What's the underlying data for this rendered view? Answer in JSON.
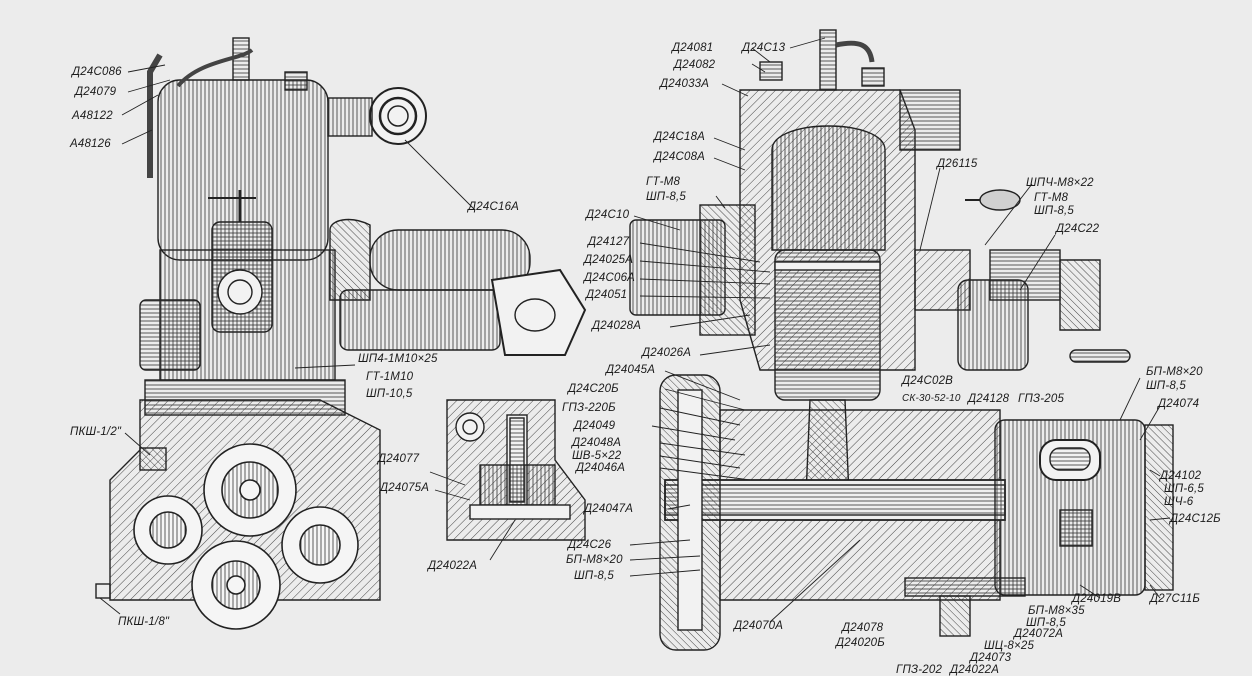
{
  "labels": {
    "l_d24c086": "Д24С086",
    "l_d24079": "Д24079",
    "l_a48122": "А48122",
    "l_a48126": "А48126",
    "l_d24c16a": "Д24С16А",
    "l_shp4": "ШП4-1М10×25",
    "l_gt1m10": "ГТ-1М10",
    "l_shp105": "ШП-10,5",
    "l_pksh12": "ПКШ-1/2\"",
    "l_d24077": "Д24077",
    "l_d24075a": "Д24075А",
    "l_d24022a_left": "Д24022А",
    "l_pksh18": "ПКШ-1/8\"",
    "l_d24081": "Д24081",
    "l_d24c13": "Д24С13",
    "l_d24082": "Д24082",
    "l_d24033a": "Д24033А",
    "l_d24c18a": "Д24С18А",
    "l_d24c08a": "Д24С08А",
    "l_gtm8": "ГТ-М8",
    "l_shp85a": "ШП-8,5",
    "l_d24c10": "Д24С10",
    "l_d24127": "Д24127",
    "l_d24025a": "Д24025А",
    "l_d24c06a": "Д24С06А",
    "l_d24051": "Д24051",
    "l_d24028a": "Д24028А",
    "l_d24026a": "Д24026А",
    "l_d26115": "Д26115",
    "l_shpch": "ШПЧ-М8×22",
    "l_gtm8r": "ГТ-М8",
    "l_shp85r": "ШП-8,5",
    "l_d24c22": "Д24С22",
    "l_d24045a": "Д24045А",
    "l_d24c20b": "Д24С20Б",
    "l_gpz220b": "ГПЗ-220Б",
    "l_d24049": "Д24049",
    "l_d24048a": "Д24048А",
    "l_shv": "ШВ-5×22",
    "l_d24046a": "Д24046А",
    "l_d24047a": "Д24047А",
    "l_d24c26": "Д24С26",
    "l_bpm820a": "БП-М8×20",
    "l_shp85b": "ШП-8,5",
    "l_d24070a": "Д24070А",
    "l_d24c02v": "Д24С02В",
    "l_sk30": "СК-30-52-10",
    "l_d24128": "Д24128",
    "l_gpz205": "ГПЗ-205",
    "l_bpm820b": "БП-М8×20",
    "l_shp85c": "ШП-8,5",
    "l_d24074": "Д24074",
    "l_d24102": "Д24102",
    "l_shp65": "ШП-6,5",
    "l_shch6": "ШЧ-6",
    "l_d24c12b": "Д24С12Б",
    "l_d24019v": "Д24019В",
    "l_d27c11b": "Д27С11Б",
    "l_d24078": "Д24078",
    "l_d24020b": "Д24020Б",
    "l_bpm835": "БП-М8×35",
    "l_shp85d": "ШП-8,5",
    "l_d24072a": "Д24072А",
    "l_shts": "ШЦ-8×25",
    "l_d24073": "Д24073",
    "l_gpz202": "ГПЗ-202",
    "l_d24022a": "Д24022А"
  }
}
